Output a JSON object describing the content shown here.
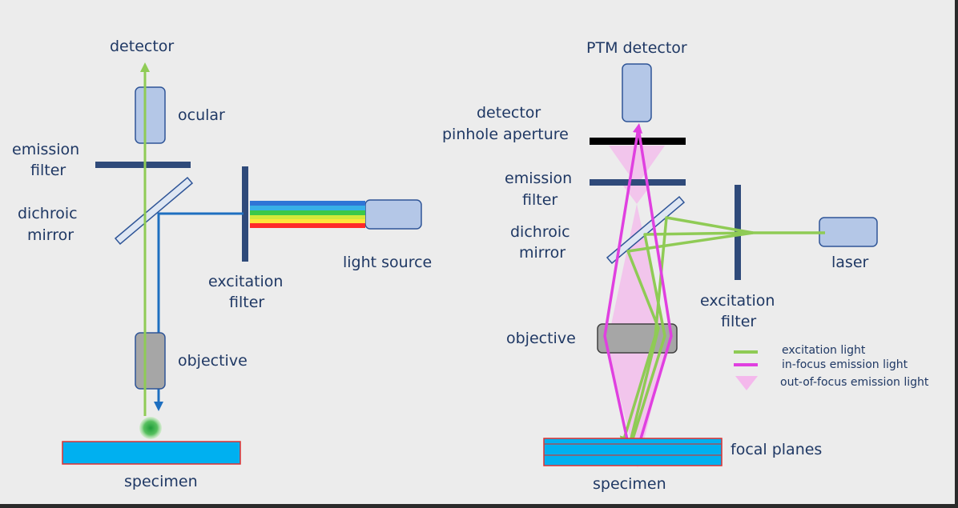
{
  "left": {
    "detector": "detector",
    "ocular": "ocular",
    "emission_filter": [
      "emission",
      "filter"
    ],
    "dichroic_mirror": [
      "dichroic",
      "mirror"
    ],
    "excitation_filter": [
      "excitation",
      "filter"
    ],
    "light_source": "light source",
    "objective": "objective",
    "specimen": "specimen"
  },
  "right": {
    "detector": "PTM detector",
    "pinhole": [
      "detector",
      "pinhole aperture"
    ],
    "emission_filter": [
      "emission",
      "filter"
    ],
    "dichroic_mirror": [
      "dichroic",
      "mirror"
    ],
    "laser": "laser",
    "excitation_filter": [
      "excitation",
      "filter"
    ],
    "objective": "objective",
    "focal_planes": "focal planes",
    "specimen": "specimen"
  },
  "legend": {
    "excitation": "excitation light",
    "in_focus": "in-focus emission light",
    "out_of_focus": "out-of-focus emission light"
  },
  "colors": {
    "background": "#ececec",
    "label": "#1f3864",
    "component_fill": "#b4c7e7",
    "component_stroke": "#2f5597",
    "filter": "#2f4a7a",
    "excitation_green": "#8fcb55",
    "emission_magenta": "#e040e0",
    "excitation_blue": "#1e6fc0",
    "specimen_fill": "#00b0f0",
    "specimen_border": "#e03030",
    "objective_fill": "#a6a6a6"
  }
}
